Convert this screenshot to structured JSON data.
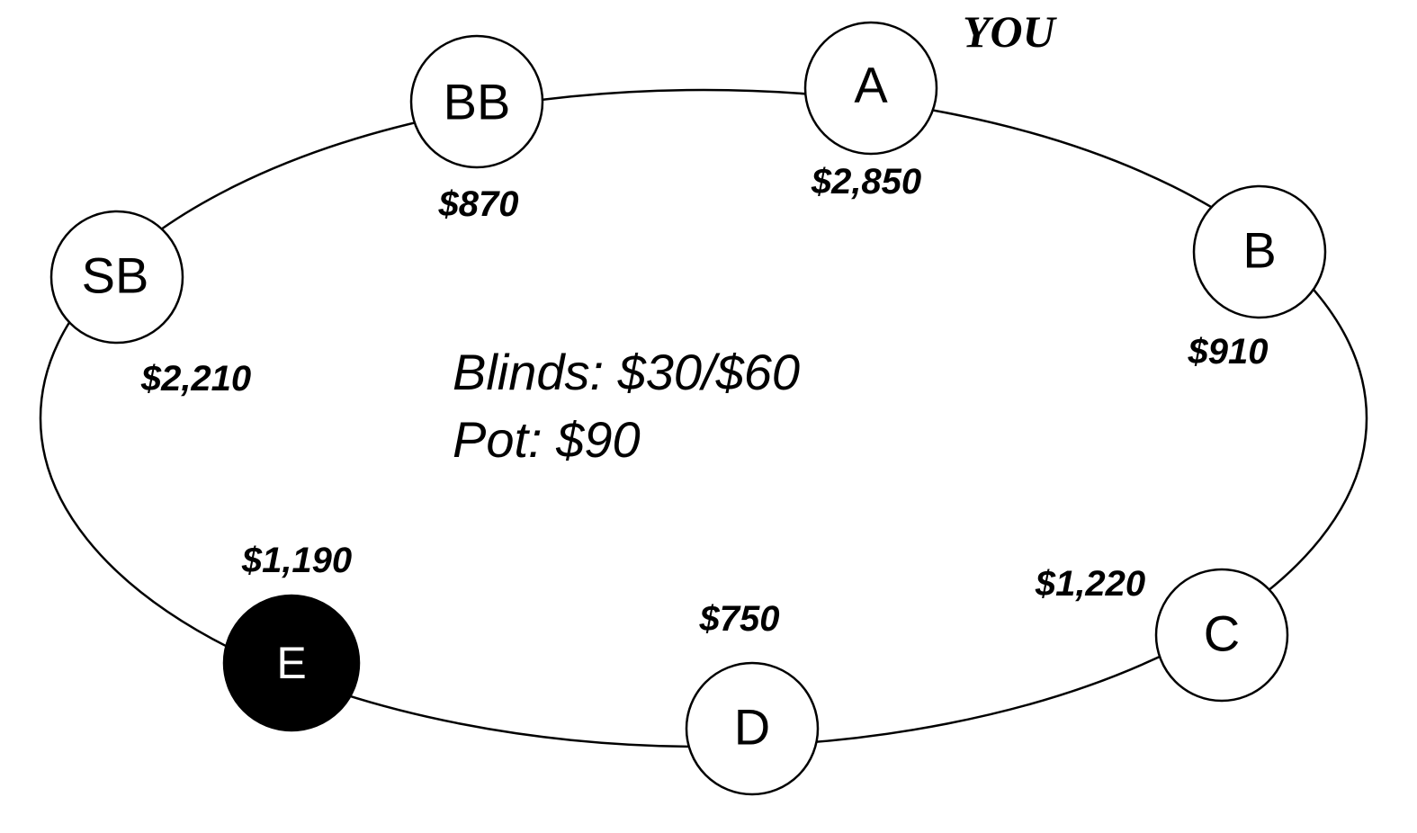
{
  "you_label": "YOU",
  "seats": {
    "bb": {
      "label": "BB",
      "stack": "$870"
    },
    "a": {
      "label": "A",
      "stack": "$2,850"
    },
    "b": {
      "label": "B",
      "stack": "$910"
    },
    "c": {
      "label": "C",
      "stack": "$1,220"
    },
    "d": {
      "label": "D",
      "stack": "$750"
    },
    "e": {
      "label": "E",
      "stack": "$1,190"
    },
    "sb": {
      "label": "SB",
      "stack": "$2,210"
    }
  },
  "info": {
    "blinds": "Blinds: $30/$60",
    "pot": "Pot: $90"
  }
}
